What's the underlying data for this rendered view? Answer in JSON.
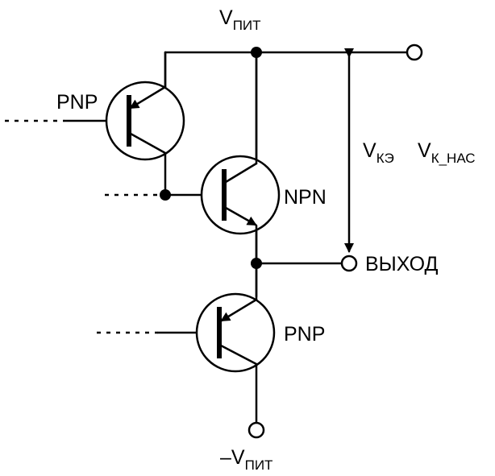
{
  "labels": {
    "vpit_top": {
      "main": "V",
      "sub": "ПИТ"
    },
    "vpit_bottom": {
      "main": "–V",
      "sub": "ПИТ"
    },
    "vke": {
      "main": "V",
      "sub": "КЭ"
    },
    "vk_nas": {
      "main": "V",
      "sub": "К_НАС"
    },
    "output": "ВЫХОД",
    "q1_type": "PNP",
    "q2_type": "NPN",
    "q3_type": "PNP"
  }
}
